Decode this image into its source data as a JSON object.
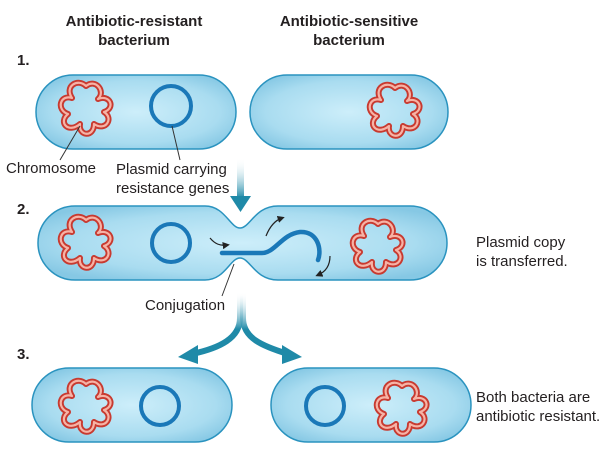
{
  "headers": {
    "resistant": [
      "Antibiotic-resistant",
      "bacterium"
    ],
    "sensitive": [
      "Antibiotic-sensitive",
      "bacterium"
    ]
  },
  "steps": [
    "1.",
    "2.",
    "3."
  ],
  "labels": {
    "chromosome": "Chromosome",
    "plasmid": [
      "Plasmid carrying",
      "resistance genes"
    ],
    "conjugation": "Conjugation"
  },
  "notes": {
    "step2": [
      "Plasmid copy",
      "is transferred."
    ],
    "step3": [
      "Both bacteria are",
      "antibiotic resistant."
    ]
  },
  "colors": {
    "cell_fill": "#a9dcf0",
    "cell_stroke": "#2a93bf",
    "chromosome": "#d9463a",
    "chromosome_inner": "#f4a79a",
    "plasmid": "#1a78b8",
    "arrow": "#1f8aa8",
    "leader": "#333333"
  }
}
